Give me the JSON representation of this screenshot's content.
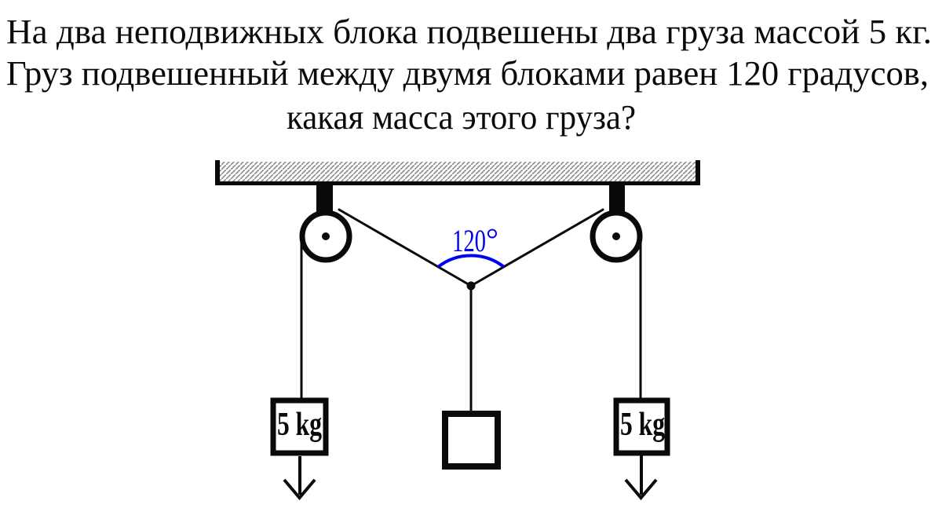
{
  "problem": {
    "line1": "На два неподвижных блока подвешены два груза массой 5 кг.",
    "line2": "Груз подвешенный между двумя блоками равен 120 градусов,",
    "line3": "какая масса этого груза?"
  },
  "diagram": {
    "angle": {
      "value": "120",
      "unit": "°"
    },
    "left_weight": {
      "label": "5 kg",
      "mass": "5 kg"
    },
    "right_weight": {
      "label": "5 kg",
      "mass": "5 kg"
    },
    "middle_weight": {
      "label": "",
      "mass_unknown": true
    },
    "colors": {
      "ink": "#0a0a0a",
      "angle_accent": "#0000ee",
      "hatch_gray": "#8a8a8a",
      "background": "#ffffff"
    }
  }
}
